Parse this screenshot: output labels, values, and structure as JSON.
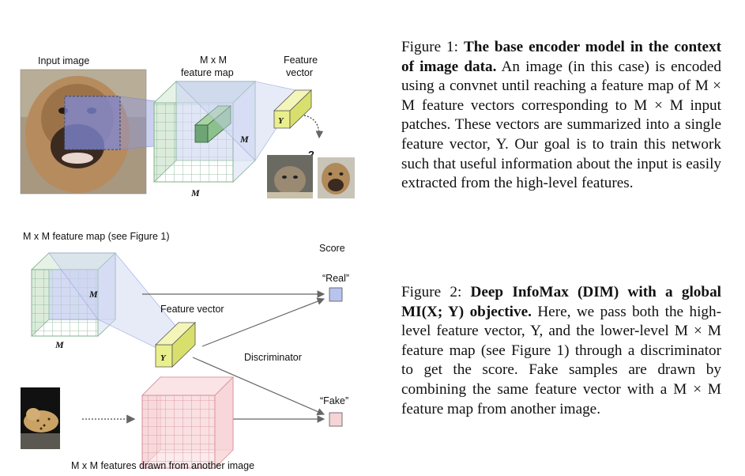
{
  "figure1": {
    "input_image_label": "Input image",
    "feature_map_label_line1": "M x M",
    "feature_map_label_line2": "feature map",
    "feature_vector_label_line1": "Feature",
    "feature_vector_label_line2": "vector",
    "dim_label": "M",
    "vector_symbol": "Y",
    "question_mark": "?"
  },
  "figure2": {
    "top_label": "M x M feature map (see Figure 1)",
    "score_label": "Score",
    "real_label": "“Real”",
    "fake_label": "“Fake”",
    "feature_vector_label": "Feature vector",
    "discriminator_label": "Discriminator",
    "bottom_label": "M x M features drawn from another image",
    "dim_label": "M",
    "vector_symbol": "Y"
  },
  "caption1": {
    "prefix": "Figure 1:",
    "bold": "The base encoder model in the context of image data.",
    "text": "An image (in this case) is encoded using a convnet until reaching a feature map of M × M feature vectors corresponding to M × M input patches. These vectors are summarized into a single feature vector, Y. Our goal is to train this network such that useful information about the input is easily extracted from the high-level features."
  },
  "caption2": {
    "prefix": "Figure 2:",
    "bold": "Deep InfoMax (DIM) with a global MI(X; Y) objective.",
    "text": "Here, we pass both the high-level feature vector, Y, and the lower-level M × M feature map (see Figure 1) through a discriminator to get the score. Fake samples are drawn by combining the same feature vector with a M × M feature map from another image."
  },
  "colors": {
    "grid_green": "#7fb08c",
    "cube_blue": "#c9d2f0",
    "vector_yellow": "#e9ef8c",
    "bar_green": "#8cc08c",
    "fake_pink": "#f6d3d6",
    "real_box": "#b8c3ee"
  }
}
